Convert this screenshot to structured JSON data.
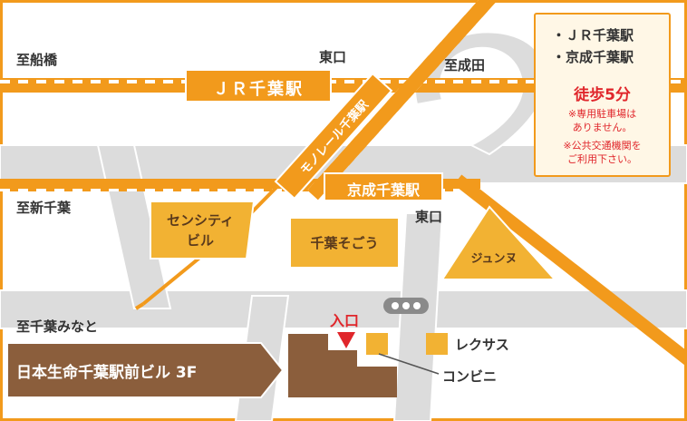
{
  "stations": {
    "jr_chiba": "ＪＲ千葉駅",
    "keisei_chiba": "京成千葉駅",
    "monorail_chiba": "モノレール千葉駅"
  },
  "directions": {
    "funabashi": "至船橋",
    "narita": "至成田",
    "shin_chiba": "至新千葉",
    "chiba_minato": "至千葉みなと"
  },
  "exits": {
    "jr_east": "東口",
    "keisei_east": "東口"
  },
  "buildings": {
    "sensiti_line1": "センシティ",
    "sensiti_line2": "ビル",
    "sogo": "千葉そごう",
    "junnu": "ジュンヌ",
    "lexus": "レクサス",
    "convenience": "コンビニ"
  },
  "entrance": "入口",
  "destination": "日本生命千葉駅前ビル 3F",
  "info": {
    "station_1": "・ＪＲ千葉駅",
    "station_2": "・京成千葉駅",
    "walk": "徒歩5分",
    "note_1": "※専用駐車場は",
    "note_2": "ありません。",
    "note_3": "※公共交通機関を",
    "note_4": "ご利用下さい。"
  },
  "colors": {
    "frame": "#f29a1c",
    "road": "#dcdcdc",
    "rail": "#f29a1c",
    "building": "#f2b233",
    "destination": "#8b5e3c",
    "entrance": "#e0262b"
  }
}
